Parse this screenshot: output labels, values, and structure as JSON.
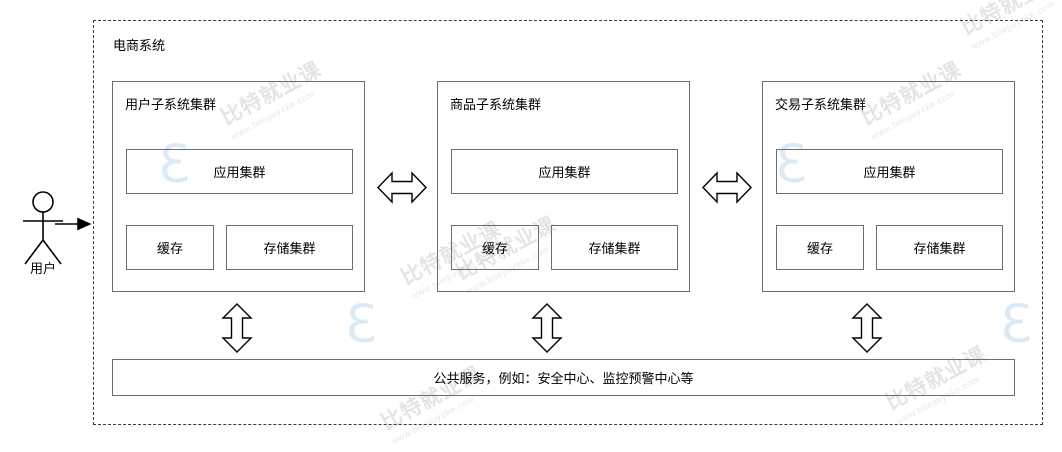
{
  "diagram": {
    "type": "architecture-diagram",
    "system": {
      "title": "电商系统",
      "boundary_style": "dashed"
    },
    "actor": {
      "label": "用户",
      "icon": "stick-figure-actor-icon",
      "connector": "arrow-right"
    },
    "clusters": [
      {
        "id": "user-subsystem",
        "title": "用户子系统集群",
        "app_cluster": "应用集群",
        "cache": "缓存",
        "storage": "存储集群"
      },
      {
        "id": "product-subsystem",
        "title": "商品子系统集群",
        "app_cluster": "应用集群",
        "cache": "缓存",
        "storage": "存储集群"
      },
      {
        "id": "transaction-subsystem",
        "title": "交易子系统集群",
        "app_cluster": "应用集群",
        "cache": "缓存",
        "storage": "存储集群"
      }
    ],
    "connectors": {
      "horizontal": "bidirectional-arrow",
      "vertical": "bidirectional-arrow",
      "count_horizontal": 2,
      "count_vertical": 3
    },
    "public_service_bar": {
      "label": "公共服务，例如：安全中心、监控预警中心等"
    },
    "watermark": {
      "main": "比特就业课",
      "sub": "www.bitejiuyeke.com"
    },
    "colors": {
      "background": "#ffffff",
      "box_border": "#6e6e6e",
      "boundary_border": "#3a3a3a",
      "text": "#000000",
      "watermark_tint": "#cfe3f3"
    }
  }
}
